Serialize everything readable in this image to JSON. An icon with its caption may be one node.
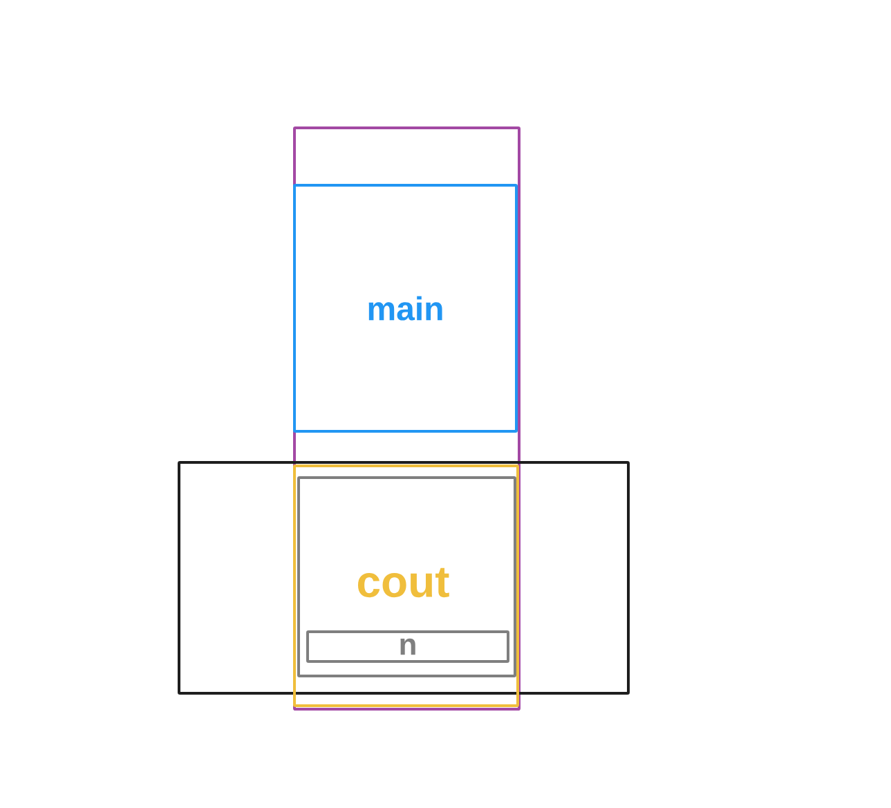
{
  "diagram": {
    "nodes": [
      {
        "text": [],
        "shape": "box"
      },
      {
        "text": [
          "main"
        ],
        "in": 0
      },
      {
        "text": [],
        "shape": "box"
      },
      {
        "text": [],
        "shape": "box"
      },
      {
        "text": [],
        "shape": "box",
        "in": 3
      },
      {
        "text": [
          "n"
        ],
        "in": 4
      }
    ],
    "labels": [
      "cout"
    ]
  }
}
